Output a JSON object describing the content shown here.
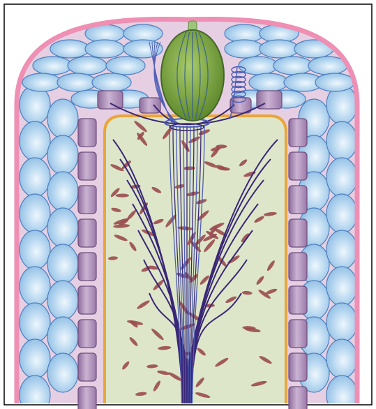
{
  "figure": {
    "kind": "anatomical-illustration",
    "has_text": false,
    "colors": {
      "frame": "#000000",
      "background": "#ffffff",
      "outer_membrane": "#ee8fb3",
      "outer_cell": "#a9cdeb",
      "outer_cell_edge": "#4f80bd",
      "outer_cell_highlight": "#e8f3fc",
      "tissue_fill": "#e6cfe3",
      "inner_cell": "#b393bd",
      "inner_cell_edge": "#6e4d7c",
      "lumen_fill": "#dde6c9",
      "lumen_border": "#eba53a",
      "spindle": "#9a4b4f",
      "fiber": "#3a2777",
      "fiber_light": "#4e5fb4",
      "organelle": "#7fa63f",
      "organelle_edge": "#44662a",
      "organelle_stripe": "#355d8c",
      "stalk": "#9cc67c"
    },
    "parts": [
      {
        "id": "outer-epithelium",
        "icon": "ellipse-cell-layer"
      },
      {
        "id": "inner-cell-layer",
        "icon": "rounded-rect-cell-column"
      },
      {
        "id": "central-lumen",
        "icon": "u-shaped-cavity"
      },
      {
        "id": "fiber-bundle",
        "icon": "fan-of-curves"
      },
      {
        "id": "apical-organelle",
        "icon": "green-ovoid"
      },
      {
        "id": "coiled-fiber",
        "icon": "coil"
      },
      {
        "id": "spindle-cells",
        "icon": "rods"
      }
    ]
  }
}
